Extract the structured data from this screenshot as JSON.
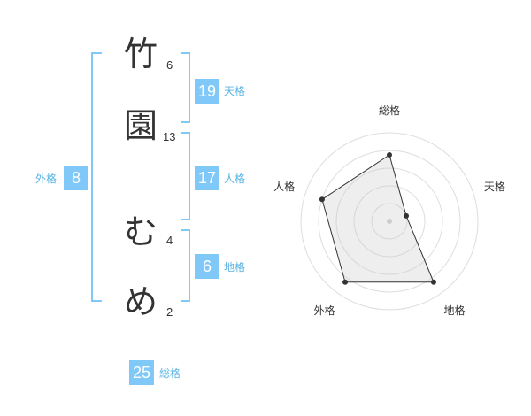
{
  "name": {
    "chars": [
      {
        "char": "竹",
        "strokes": "6"
      },
      {
        "char": "園",
        "strokes": "13"
      },
      {
        "char": "む",
        "strokes": "4"
      },
      {
        "char": "め",
        "strokes": "2"
      }
    ]
  },
  "scores": {
    "tenkaku": {
      "value": "19",
      "label": "天格"
    },
    "jinkaku": {
      "value": "17",
      "label": "人格"
    },
    "chikaku": {
      "value": "6",
      "label": "地格"
    },
    "gaikaku": {
      "value": "8",
      "label": "外格"
    },
    "soukaku": {
      "value": "25",
      "label": "総格"
    }
  },
  "colors": {
    "accent": "#7fc8f8",
    "bracket": "#7fc8f8",
    "label": "#5bb4e5"
  },
  "chart_data": {
    "type": "radar",
    "axes": [
      "総格",
      "天格",
      "地格",
      "外格",
      "人格"
    ],
    "values": [
      0.75,
      0.2,
      0.85,
      0.85,
      0.8
    ],
    "max": 1,
    "rings": 5
  }
}
